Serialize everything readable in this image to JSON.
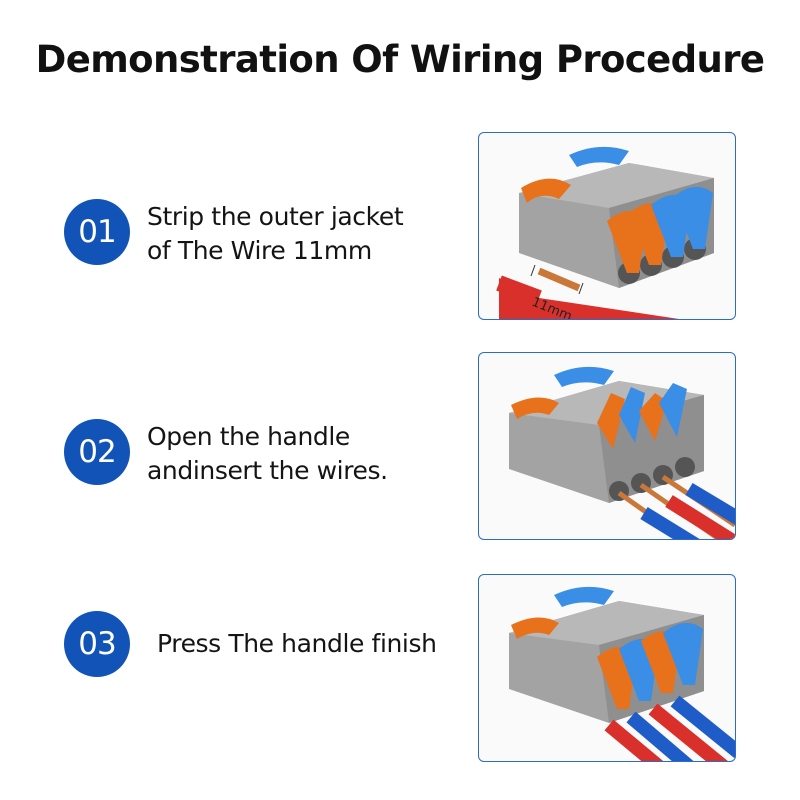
{
  "title": "Demonstration Of Wiring Procedure",
  "steps": [
    {
      "number": "01",
      "lines": [
        "Strip the outer jacket",
        "of The Wire 11mm"
      ],
      "measurement": "11mm"
    },
    {
      "number": "02",
      "lines": [
        "Open the handle",
        "andinsert the wires."
      ]
    },
    {
      "number": "03",
      "lines": [
        "Press The handle finish"
      ]
    }
  ],
  "colors": {
    "badge": "#1253b8",
    "frame": "#2b6cc4",
    "orange_lever": "#e8711c",
    "blue_lever": "#3a8ee6",
    "housing": "#9a9a9a",
    "wire_red": "#d9302b",
    "wire_blue": "#1f5cc8",
    "copper": "#c9783a"
  }
}
